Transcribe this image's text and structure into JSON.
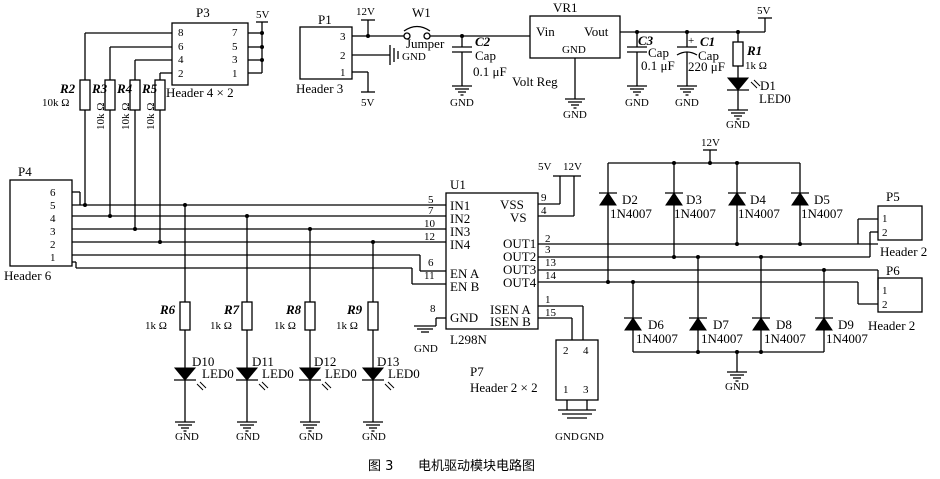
{
  "caption": {
    "figure": "图 3",
    "title": "电机驱动模块电路图"
  },
  "p3": {
    "ref": "P3",
    "name": "Header 4 × 2",
    "pins_left": [
      "8",
      "6",
      "4",
      "2"
    ],
    "pins_right": [
      "7",
      "5",
      "3",
      "1"
    ],
    "supply": "5V"
  },
  "p1": {
    "ref": "P1",
    "name": "Header 3",
    "pins": [
      "3",
      "2",
      "1"
    ],
    "v12": "12V",
    "v5": "5V",
    "gnd": "GND"
  },
  "w1": {
    "ref": "W1",
    "name": "Jumper"
  },
  "c2": {
    "ref": "C2",
    "type": "Cap",
    "value": "0.1 μF",
    "gnd": "GND"
  },
  "vr1": {
    "ref": "VR1",
    "vin": "Vin",
    "vout": "Vout",
    "gnd": "GND",
    "name": "Volt Reg",
    "gnd_label": "GND"
  },
  "c3": {
    "ref": "C3",
    "type": "Cap",
    "value": "0.1 μF",
    "gnd": "GND"
  },
  "c1": {
    "ref": "C1",
    "type": "Cap",
    "value": "220 μF",
    "gnd": "GND"
  },
  "r1": {
    "ref": "R1",
    "value": "1k Ω",
    "supply": "5V"
  },
  "d1": {
    "ref": "D1",
    "type": "LED0",
    "gnd": "GND"
  },
  "pullups": [
    {
      "ref": "R2",
      "value": "10k Ω"
    },
    {
      "ref": "R3",
      "value": "10k Ω"
    },
    {
      "ref": "R4",
      "value": "10k Ω"
    },
    {
      "ref": "R5",
      "value": "10k Ω"
    }
  ],
  "p4": {
    "ref": "P4",
    "name": "Header 6",
    "pins": [
      "6",
      "5",
      "4",
      "3",
      "2",
      "1"
    ]
  },
  "u1": {
    "ref": "U1",
    "name": "L298N",
    "left_pins": [
      {
        "num": "5",
        "name": "IN1"
      },
      {
        "num": "7",
        "name": "IN2"
      },
      {
        "num": "10",
        "name": "IN3"
      },
      {
        "num": "12",
        "name": "IN4"
      },
      {
        "num": "6",
        "name": "EN A"
      },
      {
        "num": "11",
        "name": "EN B"
      },
      {
        "num": "8",
        "name": "GND"
      }
    ],
    "right_pins": [
      {
        "num": "9",
        "name": "VSS"
      },
      {
        "num": "4",
        "name": "VS"
      },
      {
        "num": "2",
        "name": "OUT1"
      },
      {
        "num": "3",
        "name": "OUT2"
      },
      {
        "num": "13",
        "name": "OUT3"
      },
      {
        "num": "14",
        "name": "OUT4"
      },
      {
        "num": "1",
        "name": "ISEN A"
      },
      {
        "num": "15",
        "name": "ISEN B"
      }
    ],
    "v5": "5V",
    "v12": "12V",
    "gnd": "GND"
  },
  "diodes_top": [
    {
      "ref": "D2",
      "type": "1N4007"
    },
    {
      "ref": "D3",
      "type": "1N4007"
    },
    {
      "ref": "D4",
      "type": "1N4007"
    },
    {
      "ref": "D5",
      "type": "1N4007"
    }
  ],
  "diodes_bottom": [
    {
      "ref": "D6",
      "type": "1N4007"
    },
    {
      "ref": "D7",
      "type": "1N4007"
    },
    {
      "ref": "D8",
      "type": "1N4007"
    },
    {
      "ref": "D9",
      "type": "1N4007"
    }
  ],
  "diode_supply": "12V",
  "diode_gnd": "GND",
  "p5": {
    "ref": "P5",
    "name": "Header 2",
    "pins": [
      "1",
      "2"
    ]
  },
  "p6": {
    "ref": "P6",
    "name": "Header 2",
    "pins": [
      "1",
      "2"
    ]
  },
  "p7": {
    "ref": "P7",
    "name": "Header 2 × 2",
    "pins": [
      "2",
      "4",
      "1",
      "3"
    ],
    "gnd1": "GND",
    "gnd2": "GND"
  },
  "status_leds": [
    {
      "r_ref": "R6",
      "r_val": "1k Ω",
      "d_ref": "D10",
      "d_type": "LED0",
      "gnd": "GND"
    },
    {
      "r_ref": "R7",
      "r_val": "1k Ω",
      "d_ref": "D11",
      "d_type": "LED0",
      "gnd": "GND"
    },
    {
      "r_ref": "R8",
      "r_val": "1k Ω",
      "d_ref": "D12",
      "d_type": "LED0",
      "gnd": "GND"
    },
    {
      "r_ref": "R9",
      "r_val": "1k Ω",
      "d_ref": "D13",
      "d_type": "LED0",
      "gnd": "GND"
    }
  ]
}
